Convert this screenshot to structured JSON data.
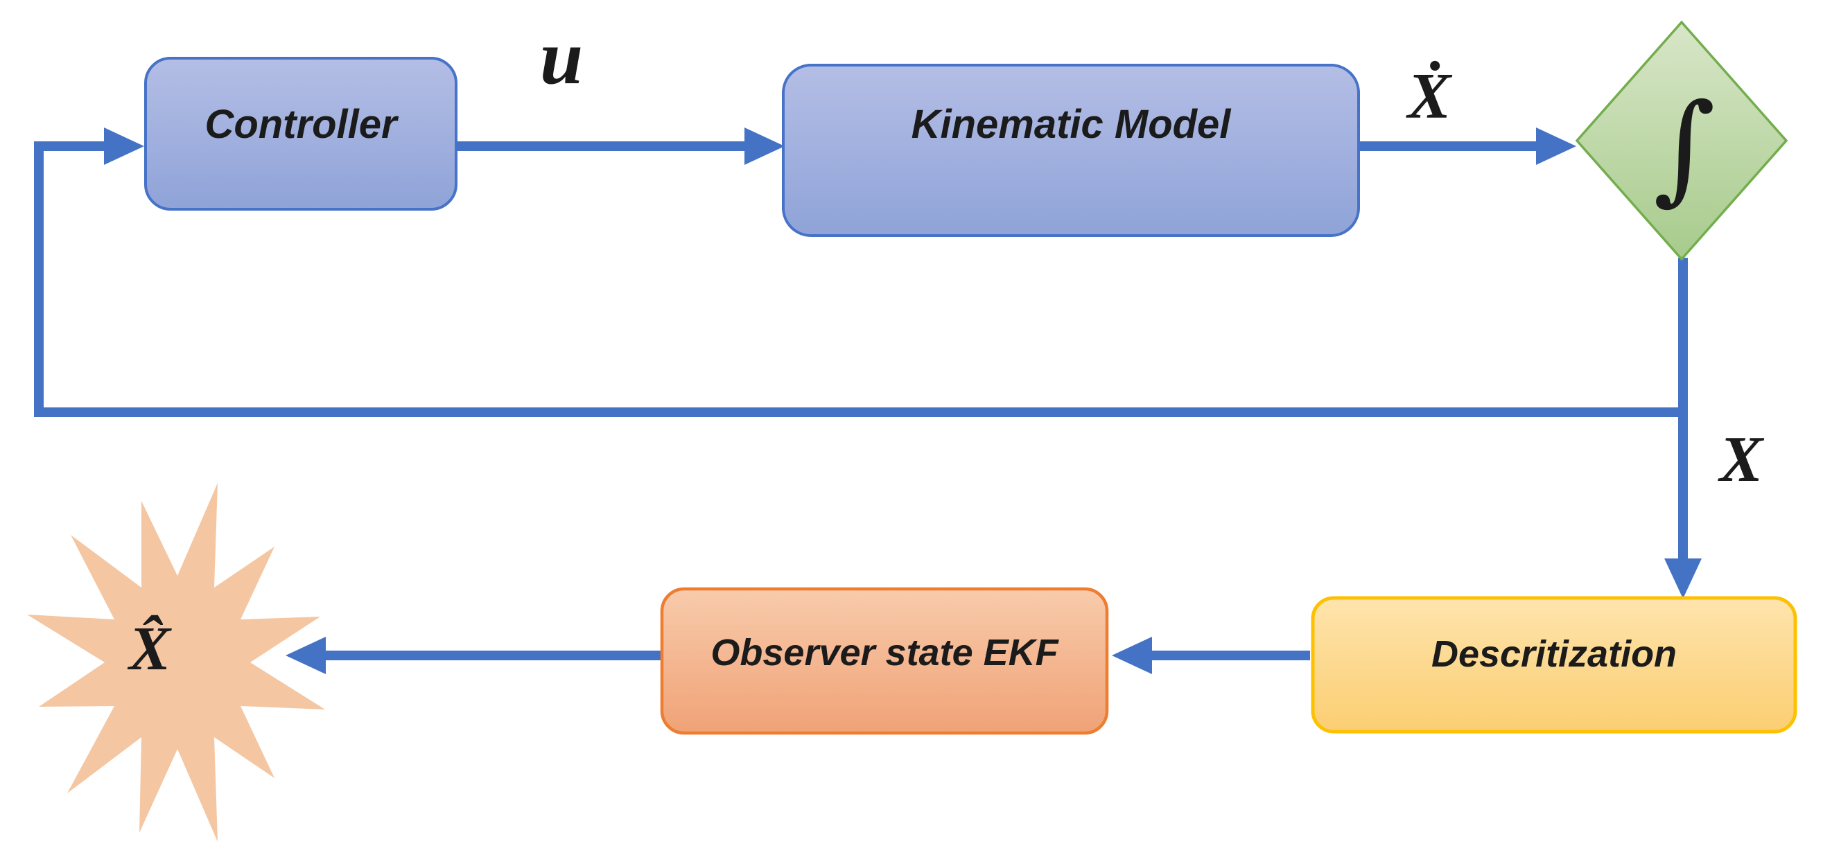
{
  "diagram": {
    "nodes": {
      "controller": {
        "label": "Controller"
      },
      "kinematic_model": {
        "label": "Kinematic Model"
      },
      "integrator": {
        "label": "∫"
      },
      "descritization": {
        "label": "Descritization"
      },
      "observer": {
        "label": "Observer state EKF"
      },
      "estimate_burst": {
        "label": "X̂"
      }
    },
    "signal_labels": {
      "control_input": "u",
      "state_derivative": "Ẋ",
      "state": "X"
    },
    "colors": {
      "arrow": "#4472c4",
      "text": "#1b1b1b",
      "blue_top": "#b4bee5",
      "blue_bottom": "#8fa3d8",
      "blue_border": "#4673c8",
      "green_top": "#d8e6c8",
      "green_bottom": "#a7cb8c",
      "green_border": "#73ad4d",
      "gold_top": "#fee4ad",
      "gold_bottom": "#fbce72",
      "gold_border": "#fdc101",
      "orange_top": "#f8cbac",
      "orange_bottom": "#f0a276",
      "orange_border": "#ed7d31",
      "burst": "#f4c6a1"
    }
  }
}
